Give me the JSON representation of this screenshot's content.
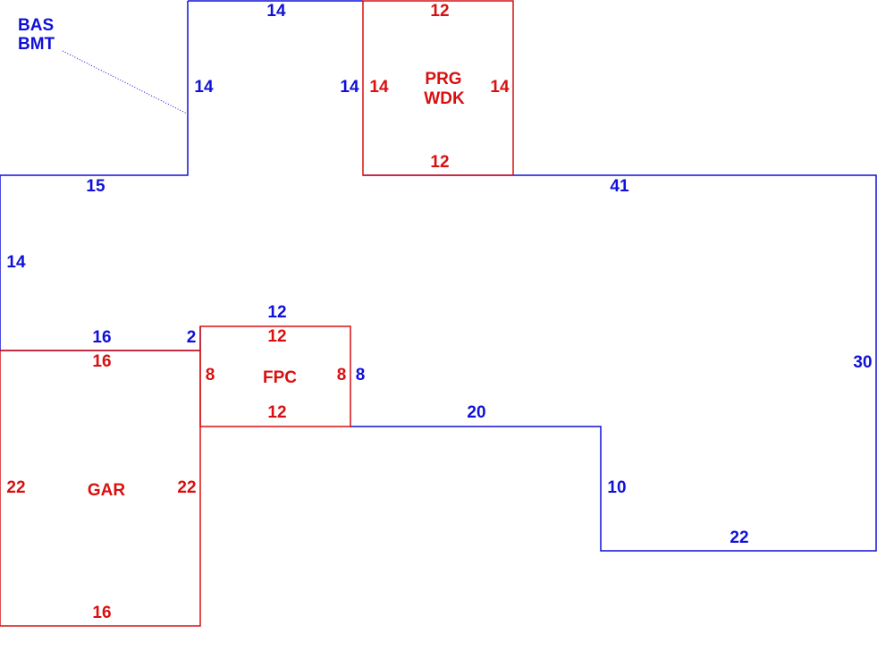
{
  "colors": {
    "main_outline": "#1010d8",
    "addition_outline": "#d81010",
    "background": "#ffffff"
  },
  "areas": {
    "main": {
      "code1": "BAS",
      "code2": "BMT"
    },
    "porch": {
      "code1": "PRG",
      "code2": "WDK"
    },
    "fireplace": {
      "code": "FPC"
    },
    "garage": {
      "code": "GAR"
    }
  },
  "dimensions": {
    "main": {
      "top": "14",
      "upper_left": "14",
      "upper_right": "14",
      "left_step": "15",
      "left": "14",
      "over_fireplace": "12",
      "over_garage": "16",
      "jog": "2",
      "fireplace_right": "8",
      "right_long": "41",
      "right": "30",
      "mid_bottom": "20",
      "bump_side": "10",
      "bump_bottom": "22"
    },
    "porch": {
      "top": "12",
      "bottom": "12",
      "left": "14",
      "right": "14"
    },
    "fireplace": {
      "top": "12",
      "bottom": "12",
      "left": "8",
      "right": "8"
    },
    "garage": {
      "top": "16",
      "bottom": "16",
      "left": "22",
      "right": "22"
    }
  }
}
